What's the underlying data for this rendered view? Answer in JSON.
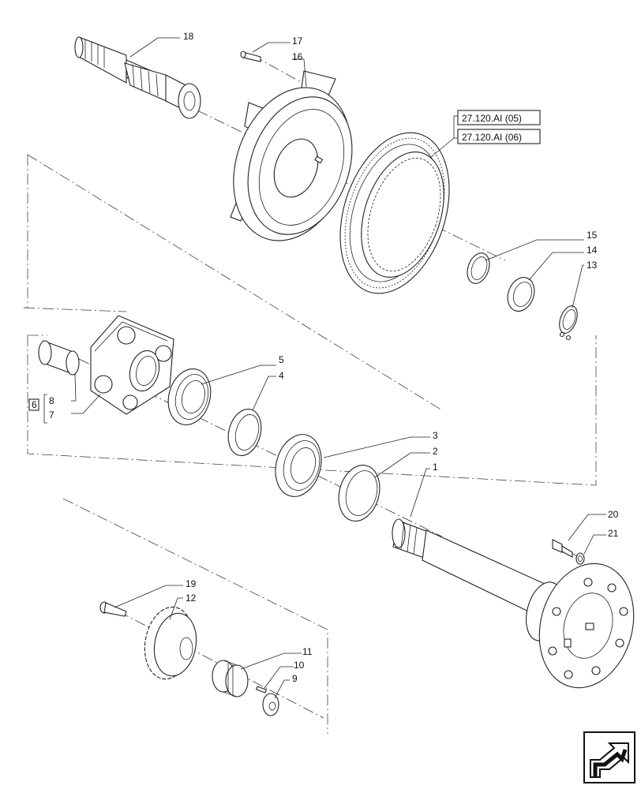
{
  "callouts": {
    "c1": "1",
    "c2": "2",
    "c3": "3",
    "c4": "4",
    "c5": "5",
    "c6": "6",
    "c7": "7",
    "c8": "8",
    "c9": "9",
    "c10": "10",
    "c11": "11",
    "c12": "12",
    "c13": "13",
    "c14": "14",
    "c15": "15",
    "c16": "16",
    "c17": "17",
    "c18": "18",
    "c19": "19",
    "c20": "20",
    "c21": "21"
  },
  "references": {
    "ref_top": "27.120.AI (05)",
    "ref_bottom": "27.120.AI (06)"
  },
  "icons": {
    "nav": "next-page-arrow-icon"
  }
}
